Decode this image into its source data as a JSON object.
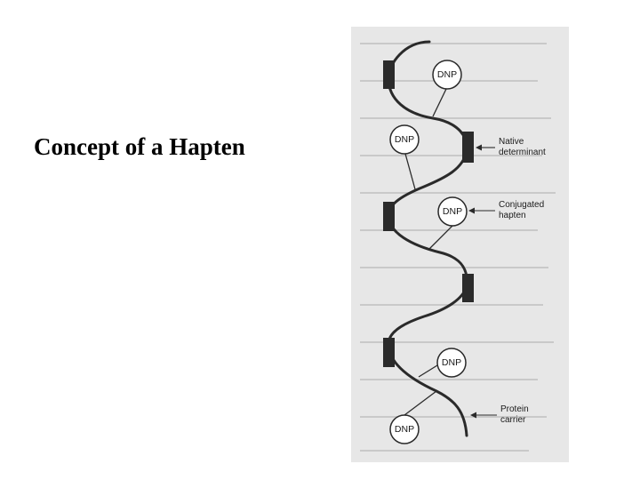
{
  "slide": {
    "title": "Concept of a Hapten"
  },
  "diagram": {
    "hapten_label": "DNP",
    "labels": {
      "native_determinant_line1": "Native",
      "native_determinant_line2": "determinant",
      "conjugated_hapten_line1": "Conjugated",
      "conjugated_hapten_line2": "hapten",
      "protein_carrier_line1": "Protein",
      "protein_carrier_line2": "carrier"
    },
    "colors": {
      "background": "#ffffff",
      "scan_texture": "#e7e7e7",
      "ink": "#2a2a2a"
    }
  }
}
